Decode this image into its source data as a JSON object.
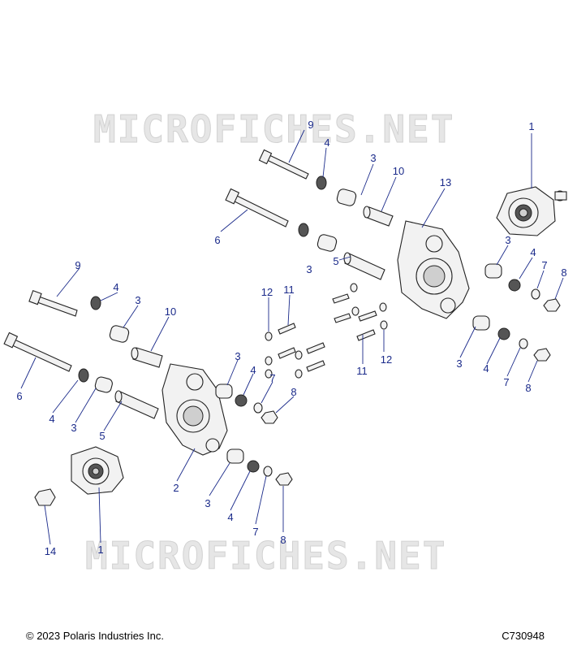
{
  "watermark": {
    "text_top": "MICROFICHES.NET",
    "text_bottom": "MICROFICHES.NET"
  },
  "footer": {
    "copyright": "© 2023 Polaris Industries Inc.",
    "figure_id": "C730948"
  },
  "colors": {
    "callout": "#1a2a8a",
    "outline": "#222222",
    "watermark": "#d2d2d2"
  },
  "callouts": [
    "1",
    "9",
    "4",
    "3",
    "10",
    "13",
    "6",
    "3",
    "4",
    "7",
    "8",
    "12",
    "11",
    "5",
    "3",
    "9",
    "4",
    "3",
    "10",
    "12",
    "11",
    "3",
    "4",
    "7",
    "8",
    "6",
    "4",
    "3",
    "5",
    "3",
    "4",
    "7",
    "8",
    "2",
    "3",
    "4",
    "7",
    "8",
    "14",
    "1"
  ]
}
